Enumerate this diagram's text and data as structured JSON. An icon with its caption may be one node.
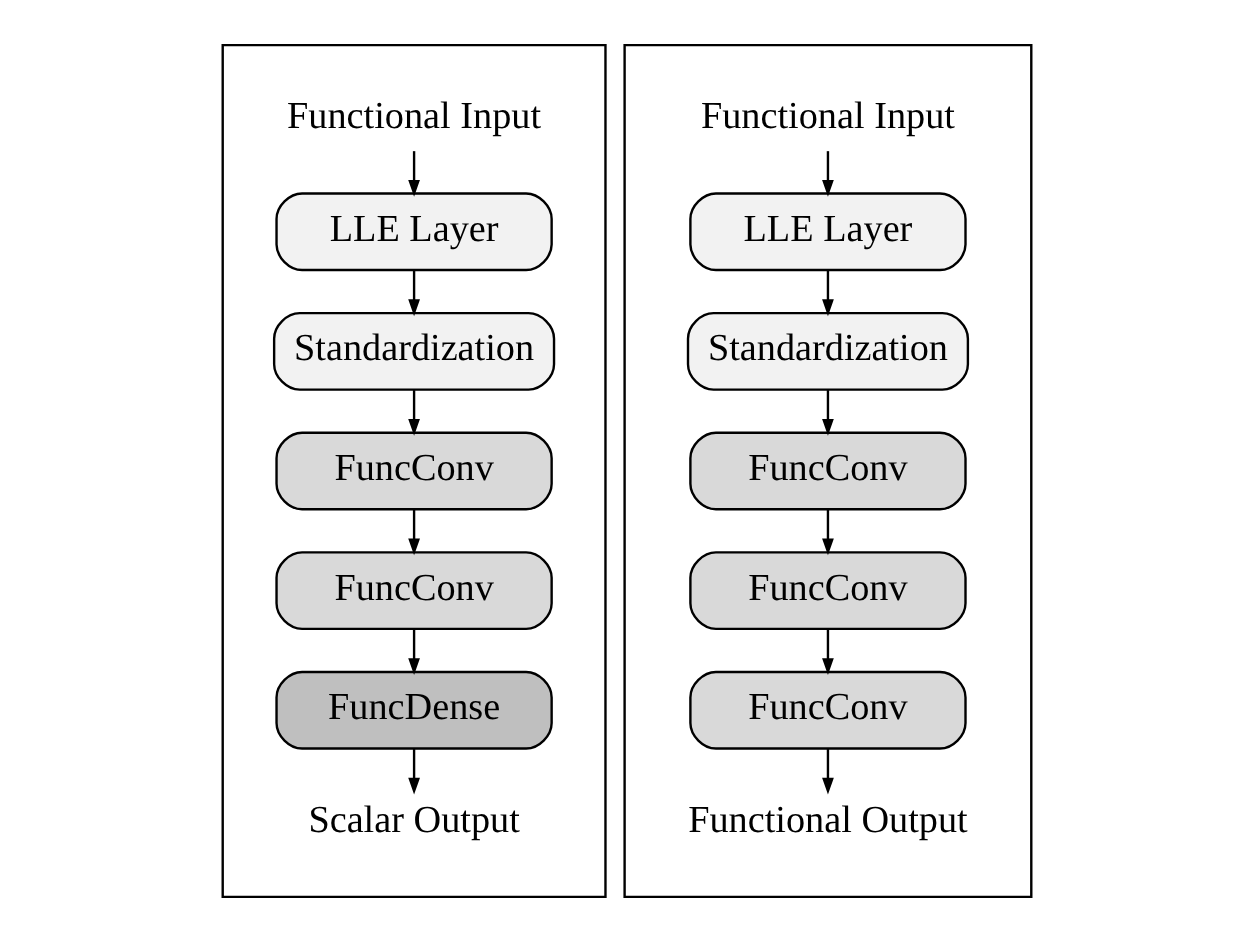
{
  "diagram": {
    "nodes": [
      {
        "text": [],
        "shape": "box"
      },
      {
        "text": [
          "Functional Input"
        ],
        "in": 0
      },
      {
        "text": [
          "LLE Layer"
        ],
        "in": 0
      },
      {
        "text": [
          "Standardization"
        ],
        "in": 0
      },
      {
        "text": [
          "FuncConv"
        ],
        "in": 0
      },
      {
        "text": [
          "FuncConv"
        ],
        "in": 0
      },
      {
        "text": [
          "FuncDense"
        ],
        "in": 0
      },
      {
        "text": [
          "Scalar Output"
        ],
        "in": 0
      },
      {
        "text": [],
        "shape": "box"
      },
      {
        "text": [
          "Functional Input"
        ],
        "in": 8
      },
      {
        "text": [
          "LLE Layer"
        ],
        "in": 8
      },
      {
        "text": [
          "Standardization"
        ],
        "in": 8
      },
      {
        "text": [
          "FuncConv"
        ],
        "in": 8
      },
      {
        "text": [
          "FuncConv"
        ],
        "in": 8
      },
      {
        "text": [
          "FuncConv"
        ],
        "in": 8
      },
      {
        "text": [
          "Functional Output"
        ],
        "in": 8
      }
    ],
    "edges": [
      {
        "from": 1,
        "to": 2,
        "arrow": "to"
      },
      {
        "from": 2,
        "to": 3,
        "arrow": "to"
      },
      {
        "from": 3,
        "to": 4,
        "arrow": "to"
      },
      {
        "from": 4,
        "to": 5,
        "arrow": "to"
      },
      {
        "from": 5,
        "to": 6,
        "arrow": "to"
      },
      {
        "from": 6,
        "to": 7,
        "arrow": "to"
      },
      {
        "from": 9,
        "to": 10,
        "arrow": "to"
      },
      {
        "from": 10,
        "to": 11,
        "arrow": "to"
      },
      {
        "from": 11,
        "to": 12,
        "arrow": "to"
      },
      {
        "from": 12,
        "to": 13,
        "arrow": "to"
      },
      {
        "from": 13,
        "to": 14,
        "arrow": "to"
      },
      {
        "from": 14,
        "to": 15,
        "arrow": "to"
      }
    ]
  }
}
